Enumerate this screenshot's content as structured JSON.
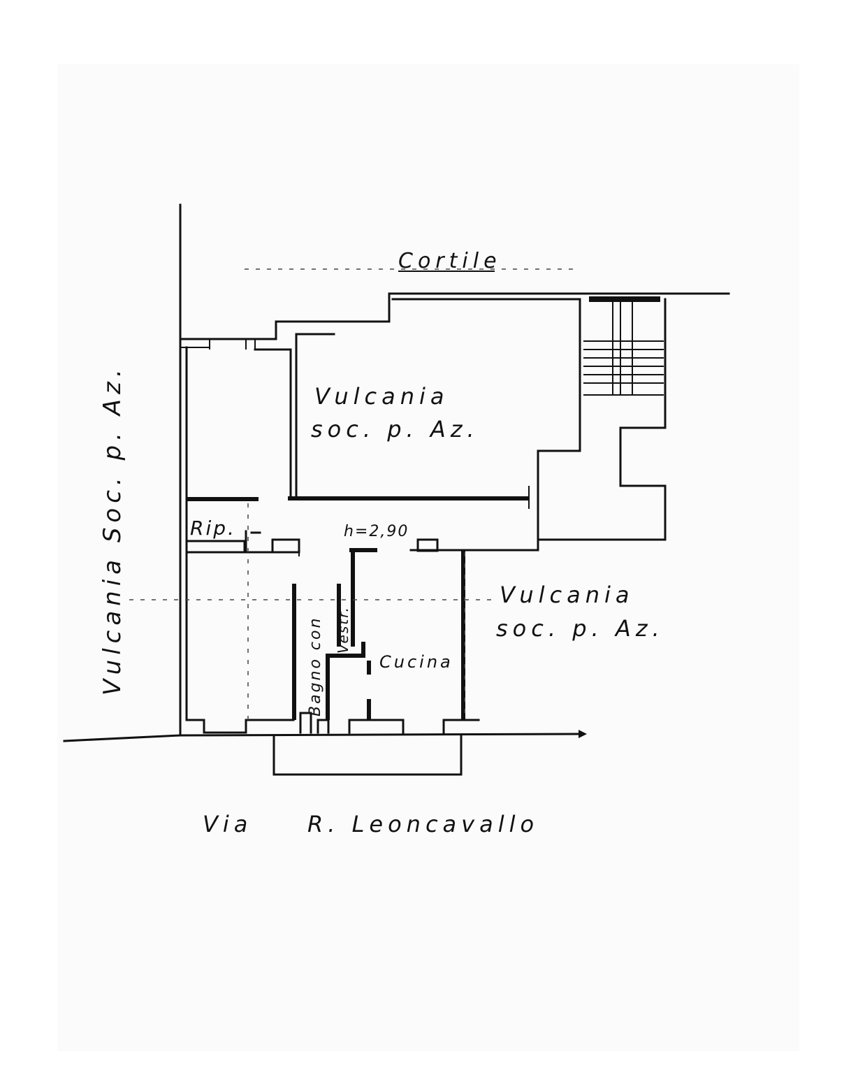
{
  "labels": {
    "cortile": "Cortile",
    "vulcania_top_l1": "Vulcania",
    "vulcania_top_l2": "soc. p. Az.",
    "vulcania_left": "Vulcania Soc. p. Az.",
    "vulcania_right_l1": "Vulcania",
    "vulcania_right_l2": "soc. p. Az.",
    "rip": "Rip.",
    "height": "h=2,90",
    "bagno": "Bagno con",
    "vestibolo": "Vestr.",
    "cucina": "Cucina",
    "via": "Via",
    "street": "R. Leoncavallo"
  }
}
